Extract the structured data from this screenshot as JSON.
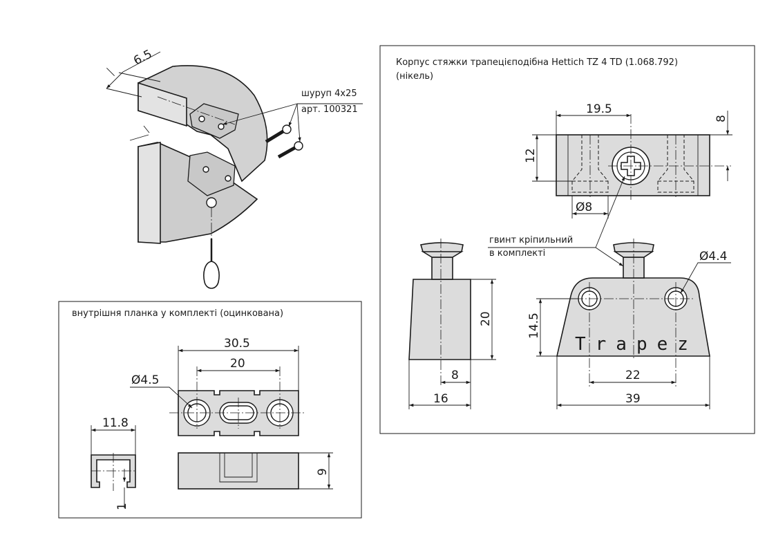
{
  "panels": {
    "housing": {
      "title_line1": "Корпус стяжки трапецієподібна Hettich TZ 4 TD (1.068.792)",
      "title_line2": "(нікель)"
    },
    "plate": {
      "title": "внутрішня планка у комплекті (оцинкована)"
    }
  },
  "assembly": {
    "dim_65": "6.5",
    "screw_label": "шуруп 4x25",
    "art_label": "арт. 100321"
  },
  "housing_dims": {
    "d195": "19.5",
    "d8_top": "8",
    "d12": "12",
    "d_dia8": "Ø8",
    "d20": "20",
    "d8_side": "8",
    "d16": "16",
    "d_dia44": "Ø4.4",
    "d145": "14.5",
    "d22": "22",
    "d39": "39",
    "brand": "Trapez",
    "screw_note_line1": "гвинт кріпильний",
    "screw_note_line2": "в комплекті"
  },
  "plate_dims": {
    "d305": "30.5",
    "d20": "20",
    "d_dia45": "Ø4.5",
    "d118": "11.8",
    "d9": "9",
    "d1": "1"
  },
  "colors": {
    "line": "#1a1a1a",
    "part_fill": "#dcdcdc",
    "background": "#ffffff"
  }
}
